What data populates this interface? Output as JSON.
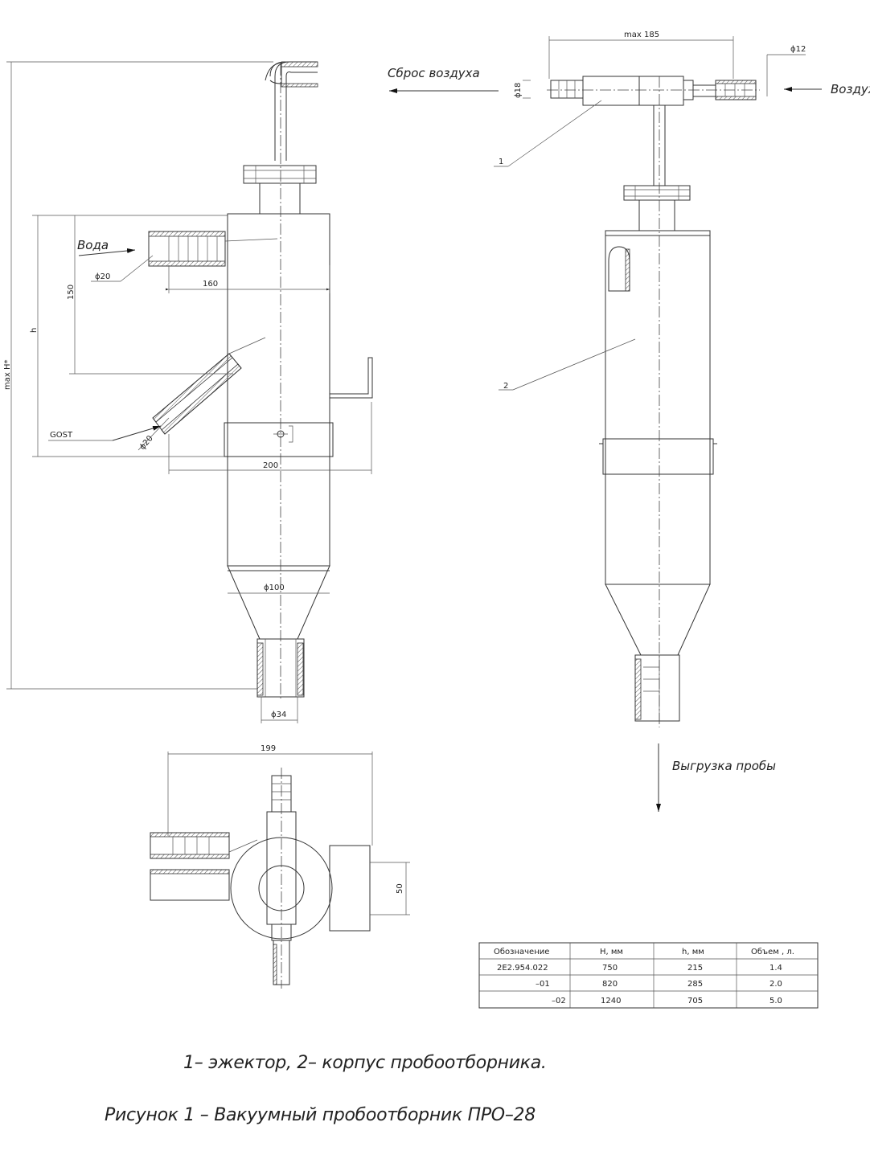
{
  "left_view": {
    "water_label": "Вода",
    "dim_d20_inlet": "ϕ20",
    "dim_160": "160",
    "dim_150": "150",
    "dim_h": "h",
    "dim_max_h": "max H*",
    "gost_label": "GOST",
    "dim_d20_outlet": "ϕ20",
    "dim_200": "200",
    "dim_d100": "ϕ100",
    "dim_d34": "ϕ34"
  },
  "right_view": {
    "dim_max185": "max 185",
    "dim_d12": "ϕ12",
    "dim_d18": "ϕ18",
    "air_out_label": "Сброс воздуха",
    "air_in_label": "Воздух",
    "callout_1": "1",
    "callout_2": "2",
    "discharge_label": "Выгрузка пробы"
  },
  "plan_view": {
    "dim_199": "199",
    "dim_50": "50"
  },
  "spec_table": {
    "headers": [
      "Обозначение",
      "H, мм",
      "h, мм",
      "Объем , л."
    ],
    "rows": [
      [
        "2Е2.954.022",
        "750",
        "215",
        "1.4"
      ],
      [
        "–01",
        "820",
        "285",
        "2.0"
      ],
      [
        "–02",
        "1240",
        "705",
        "5.0"
      ]
    ]
  },
  "legend_caption": "1– эжектор, 2– корпус пробоотборника.",
  "figure_caption": "Рисунок 1 – Вакуумный пробоотборник ПРО–28"
}
